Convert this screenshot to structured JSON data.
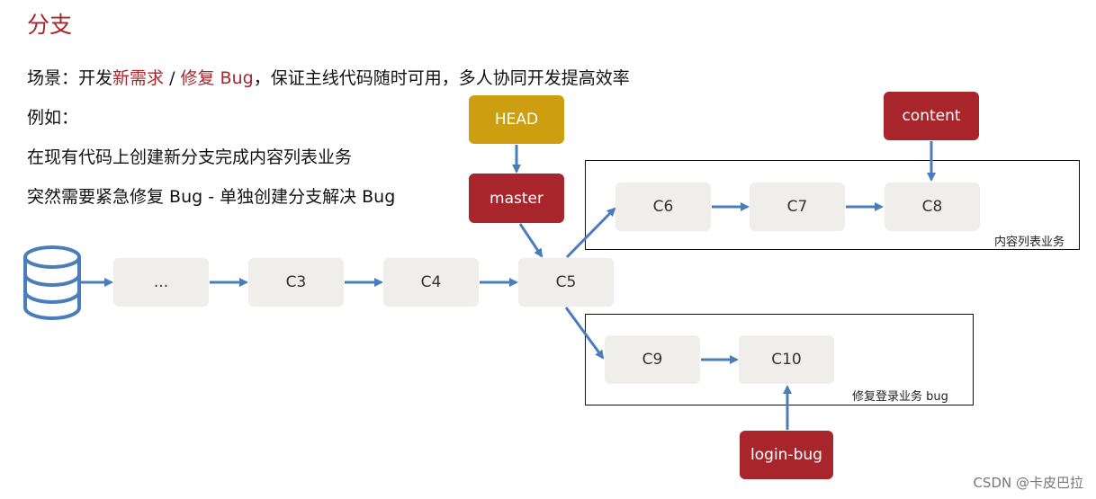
{
  "title": "分支",
  "scenario": {
    "prefix": "场景：开发",
    "highlight1": "新需求",
    "slash": " / ",
    "highlight2": "修复 Bug",
    "suffix": "，保证主线代码随时可用，多人协同开发提高效率"
  },
  "example_label": "例如：",
  "example_1": "在现有代码上创建新分支完成内容列表业务",
  "example_2": "突然需要紧急修复 Bug - 单独创建分支解决 Bug",
  "nodes": {
    "ellipsis": "...",
    "c3": "C3",
    "c4": "C4",
    "c5": "C5",
    "c6": "C6",
    "c7": "C7",
    "c8": "C8",
    "c9": "C9",
    "c10": "C10"
  },
  "refs": {
    "head": "HEAD",
    "master": "master",
    "content": "content",
    "login_bug": "login-bug"
  },
  "groups": {
    "content_label": "内容列表业务",
    "bug_label": "修复登录业务 bug"
  },
  "colors": {
    "accent_red": "#a8262b",
    "head_gold": "#cc9e10",
    "arrow_blue": "#4a7ebb",
    "node_bg": "#efeeea"
  },
  "icons": {
    "repository": "database-icon"
  },
  "watermark": "CSDN @卡皮巴拉"
}
